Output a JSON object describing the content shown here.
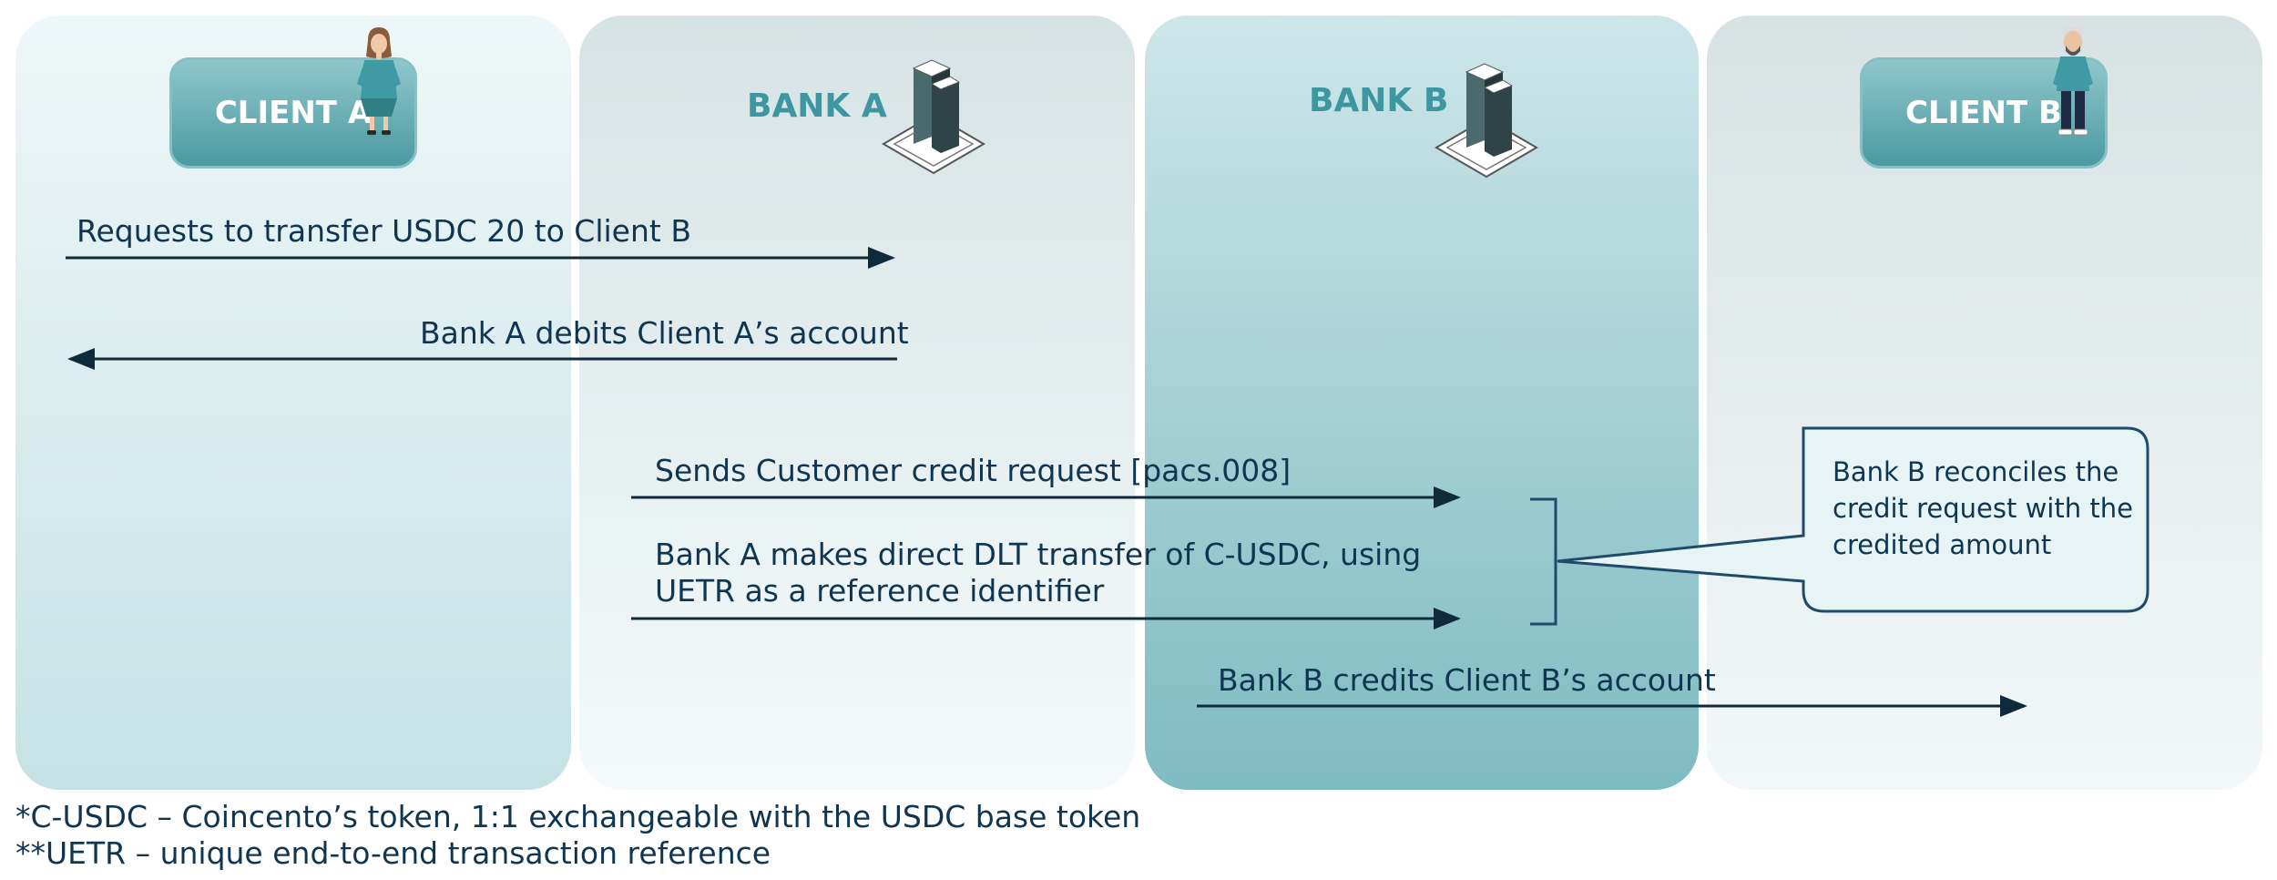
{
  "lanes": {
    "client_a": "CLIENT A",
    "bank_a": "BANK A",
    "bank_b": "BANK B",
    "client_b": "CLIENT B"
  },
  "messages": {
    "request_transfer": "Requests to transfer USDC 20 to Client B",
    "debit": "Bank A debits Client A’s account",
    "credit_request": "Sends Customer credit request [pacs.008]",
    "dlt_transfer_line1": "Bank A makes direct DLT transfer of C-USDC, using",
    "dlt_transfer_line2": "UETR as a reference identifier",
    "bank_b_credit": "Bank B credits Client B’s account"
  },
  "callout": {
    "line1": "Bank B reconciles the",
    "line2": "credit request with the",
    "line3": "credited amount"
  },
  "footnotes": {
    "c_usdc": "*C-USDC – Coincento’s token, 1:1 exchangeable with the USDC base token",
    "uetr": "**UETR – unique end-to-end transaction reference"
  },
  "colors": {
    "text": "#0f3551",
    "accent_teal": "#3e97a0",
    "arrow": "#0f2a3b"
  },
  "icons": [
    "woman-client-icon",
    "bank-building-icon",
    "man-client-icon"
  ]
}
